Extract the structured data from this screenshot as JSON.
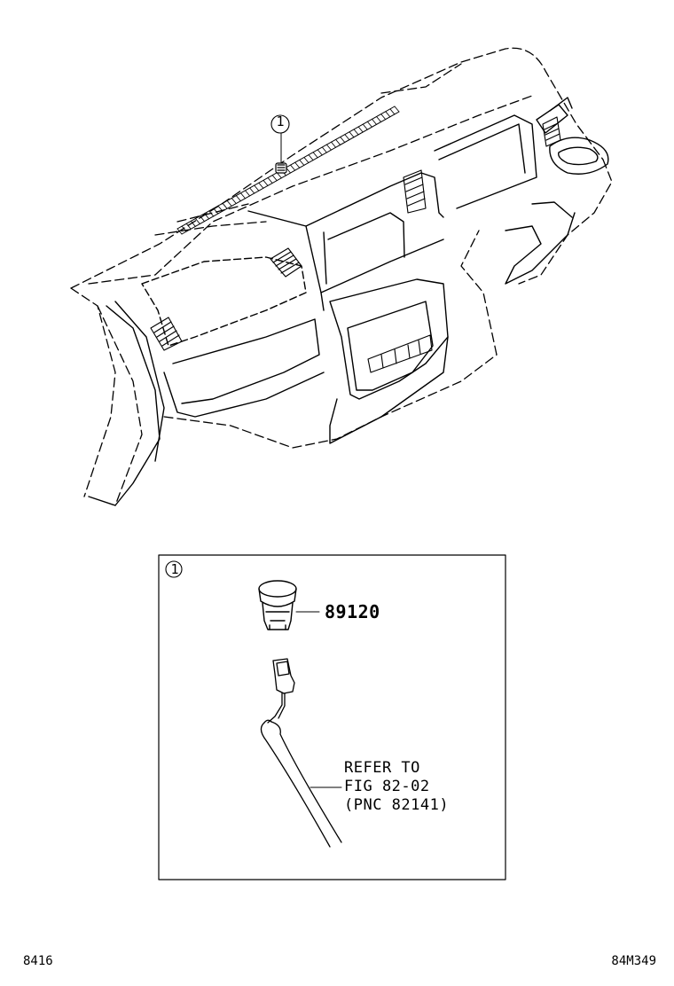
{
  "main_view": {
    "callout": "1"
  },
  "detail_box": {
    "callout": "1",
    "part_number": "89120",
    "refer_note": {
      "line1": "REFER TO",
      "line2": "FIG 82-02",
      "line3": "(PNC 82141)"
    }
  },
  "footer": {
    "left_code": "8416",
    "right_code": "84M349"
  },
  "colors": {
    "line": "#000000",
    "background": "#ffffff"
  }
}
